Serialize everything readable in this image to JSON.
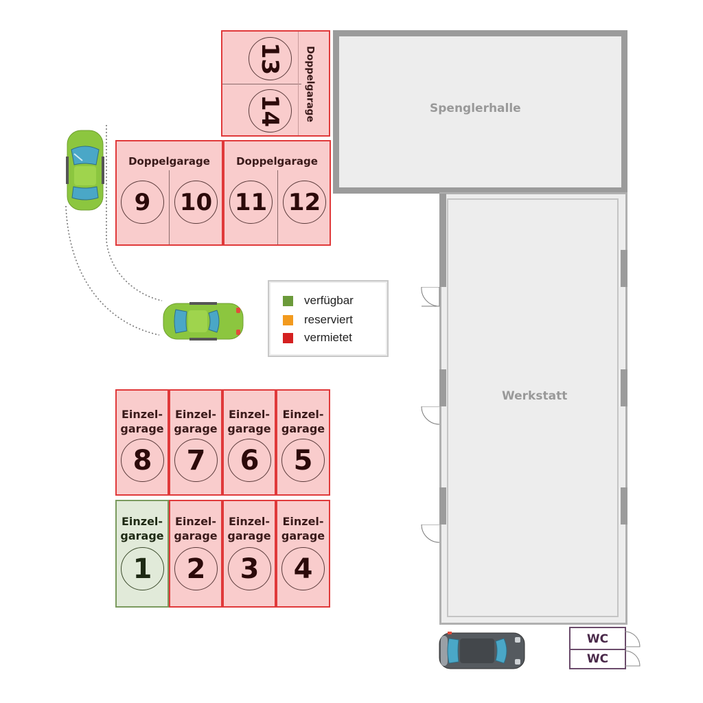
{
  "buildings": {
    "spenglerhalle": "Spenglerhalle",
    "werkstatt": "Werkstatt"
  },
  "legend": {
    "items": [
      {
        "label": "verfügbar",
        "color": "#6b9a3a"
      },
      {
        "label": "reserviert",
        "color": "#f29a1e"
      },
      {
        "label": "vermietet",
        "color": "#d42020"
      }
    ]
  },
  "double_garages": {
    "label": "Doppelgarage",
    "top": {
      "numbers": [
        "13",
        "14"
      ],
      "status": "vermietet"
    },
    "left": {
      "numbers": [
        "9",
        "10"
      ],
      "status": "vermietet"
    },
    "right": {
      "numbers": [
        "11",
        "12"
      ],
      "status": "vermietet"
    }
  },
  "single_garages": {
    "label_line1": "Einzel-",
    "label_line2": "garage",
    "row_top": [
      {
        "number": "8",
        "status": "vermietet"
      },
      {
        "number": "7",
        "status": "vermietet"
      },
      {
        "number": "6",
        "status": "vermietet"
      },
      {
        "number": "5",
        "status": "vermietet"
      }
    ],
    "row_bottom": [
      {
        "number": "1",
        "status": "verfügbar"
      },
      {
        "number": "2",
        "status": "vermietet"
      },
      {
        "number": "3",
        "status": "vermietet"
      },
      {
        "number": "4",
        "status": "vermietet"
      }
    ]
  },
  "wc": {
    "top": "WC",
    "bottom": "WC"
  },
  "colors": {
    "rented_fill": "#f9cccc",
    "rented_border": "#e0393a",
    "free_fill": "#e1ead9",
    "free_border": "#7a9a5e",
    "wall": "#9b9b9b",
    "hall_fill": "#ededed",
    "car_green": "#8cc63f",
    "car_dark": "#555a5f"
  }
}
